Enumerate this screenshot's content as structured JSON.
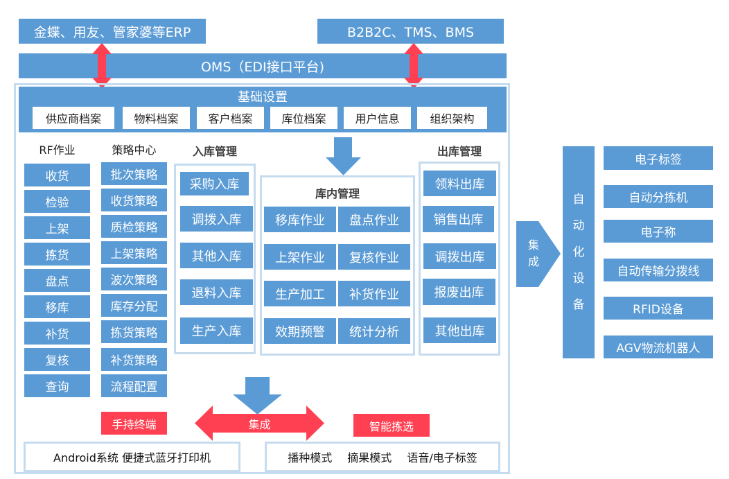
{
  "colors": {
    "primary_blue": "#5b9bd5",
    "accent_red": "#ff4052",
    "frame_border": "#c5dbee"
  },
  "top": {
    "erp_label": "金蝶、用友、管家婆等ERP",
    "ecom_label": "B2B2C、TMS、BMS",
    "oms_label": "OMS（EDI接口平台)"
  },
  "basic_settings": {
    "title": "基础设置",
    "items": [
      "供应商档案",
      "物料档案",
      "客户档案",
      "库位档案",
      "用户信息",
      "组织架构"
    ]
  },
  "rf": {
    "title": "RF作业",
    "items": [
      "收货",
      "检验",
      "上架",
      "拣货",
      "盘点",
      "移库",
      "补货",
      "复核",
      "查询"
    ]
  },
  "strategy": {
    "title": "策略中心",
    "items": [
      "批次策略",
      "收货策略",
      "质检策略",
      "上架策略",
      "波次策略",
      "库存分配",
      "拣货策略",
      "补货策略",
      "流程配置"
    ]
  },
  "inbound": {
    "title": "入库管理",
    "items": [
      "采购入库",
      "调拨入库",
      "其他入库",
      "退料入库",
      "生产入库"
    ]
  },
  "warehouse": {
    "title": "库内管理",
    "items": [
      "移库作业",
      "盘点作业",
      "上架作业",
      "复核作业",
      "生产加工",
      "补货作业",
      "效期预警",
      "统计分析"
    ]
  },
  "outbound": {
    "title": "出库管理",
    "items": [
      "领料出库",
      "销售出库",
      "调拨出库",
      "报废出库",
      "其他出库"
    ]
  },
  "bottom": {
    "integrate_label": "集成",
    "handheld_label": "手持终端",
    "smart_picking_label": "智能拣选",
    "handheld_desc": "Android系统 便捷式蓝牙打印机",
    "picking_modes": [
      "播种模式",
      "摘果模式",
      "语音/电子标签"
    ]
  },
  "automation": {
    "integrate_chars": [
      "集",
      "成"
    ],
    "title_chars": [
      "自",
      "动",
      "化",
      "设",
      "备"
    ],
    "items": [
      "电子标签",
      "自动分拣机",
      "电子称",
      "自动传输分拨线",
      "RFID设备",
      "AGV物流机器人"
    ]
  }
}
